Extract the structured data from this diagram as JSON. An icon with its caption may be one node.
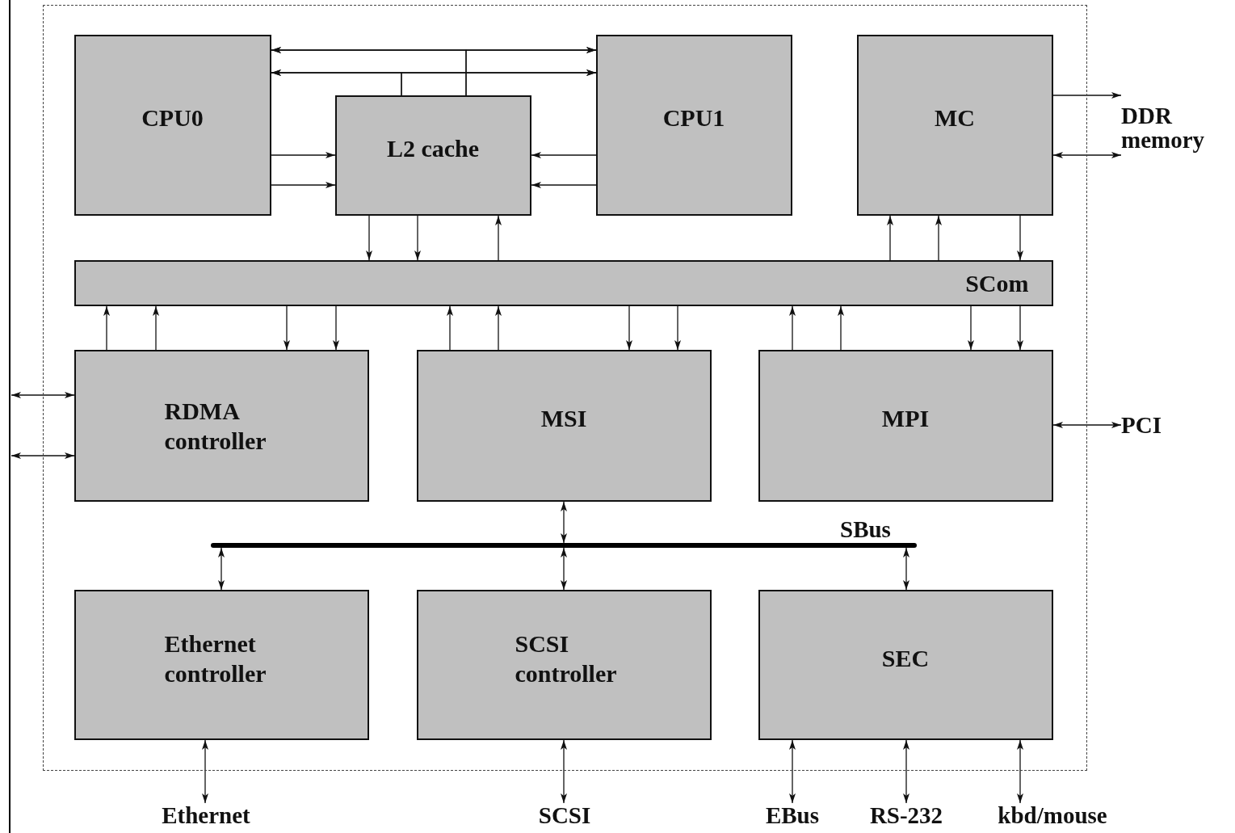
{
  "diagram": {
    "nodes": [
      {
        "text": [],
        "shape": "box"
      },
      {
        "text": [
          "CPU0"
        ],
        "in": 0
      },
      {
        "text": [
          "L2 cache"
        ],
        "in": 0
      },
      {
        "text": [
          "CPU1"
        ],
        "in": 0
      },
      {
        "text": [
          "MC"
        ],
        "in": 0
      },
      {
        "text": [
          "DDR memory"
        ]
      },
      {
        "text": [
          "SCom"
        ],
        "in": 0
      },
      {
        "text": [
          "RDMA controller"
        ],
        "in": 0
      },
      {
        "text": [
          "MSI"
        ],
        "in": 0
      },
      {
        "text": [
          "MPI"
        ],
        "in": 0
      },
      {
        "text": [
          "PCI"
        ]
      },
      {
        "text": [],
        "shape": "bar",
        "in": 0
      },
      {
        "text": [
          "Ethernet controller"
        ],
        "in": 0
      },
      {
        "text": [
          "SCSI controller"
        ],
        "in": 0
      },
      {
        "text": [
          "SEC"
        ],
        "in": 0
      },
      {
        "text": [
          "Ethernet"
        ]
      },
      {
        "text": [
          "SCSI"
        ]
      },
      {
        "text": [
          "EBus"
        ]
      },
      {
        "text": [
          "RS-232"
        ]
      },
      {
        "text": [
          "kbd/mouse"
        ]
      }
    ],
    "edges": [
      {
        "from": 1,
        "to": 3,
        "arrow": "both"
      },
      {
        "from": 2,
        "to": 1,
        "arrow": "to"
      },
      {
        "from": 2,
        "to": 3,
        "arrow": "to"
      },
      {
        "from": 1,
        "to": 3,
        "arrow": "both"
      },
      {
        "from": 2,
        "to": 1,
        "arrow": "to"
      },
      {
        "from": 2,
        "to": 3,
        "arrow": "to"
      },
      {
        "from": 1,
        "to": 2,
        "arrow": "to"
      },
      {
        "from": 1,
        "to": 2,
        "arrow": "to"
      },
      {
        "from": 3,
        "to": 2,
        "arrow": "to"
      },
      {
        "from": 3,
        "to": 2,
        "arrow": "to"
      },
      {
        "from": 2,
        "to": 6,
        "arrow": "to"
      },
      {
        "from": 2,
        "to": 6,
        "arrow": "to"
      },
      {
        "from": 6,
        "to": 2,
        "arrow": "to"
      },
      {
        "from": 6,
        "to": 4,
        "arrow": "to"
      },
      {
        "from": 6,
        "to": 4,
        "arrow": "to"
      },
      {
        "from": 4,
        "to": 6,
        "arrow": "to"
      },
      {
        "from": 4,
        "to": 5,
        "arrow": "to"
      },
      {
        "from": 4,
        "to": 5,
        "arrow": "both"
      },
      {
        "from": 7,
        "to": 6,
        "arrow": "to"
      },
      {
        "from": 7,
        "to": 6,
        "arrow": "to"
      },
      {
        "from": 6,
        "to": 7,
        "arrow": "to"
      },
      {
        "from": 6,
        "to": 7,
        "arrow": "to"
      },
      {
        "from": 8,
        "to": 6,
        "arrow": "to"
      },
      {
        "from": 8,
        "to": 6,
        "arrow": "to"
      },
      {
        "from": 6,
        "to": 8,
        "arrow": "to"
      },
      {
        "from": 6,
        "to": 8,
        "arrow": "to"
      },
      {
        "from": 9,
        "to": 6,
        "arrow": "to"
      },
      {
        "from": 9,
        "to": 6,
        "arrow": "to"
      },
      {
        "from": 6,
        "to": 9,
        "arrow": "to"
      },
      {
        "from": 6,
        "to": 9,
        "arrow": "to"
      },
      {
        "from": null,
        "to": 7,
        "arrow": "both"
      },
      {
        "from": null,
        "to": 7,
        "arrow": "both"
      },
      {
        "from": 9,
        "to": 10,
        "arrow": "both"
      },
      {
        "from": 8,
        "to": 11,
        "arrow": "both"
      },
      {
        "from": 11,
        "to": 12,
        "arrow": "both"
      },
      {
        "from": 11,
        "to": 13,
        "arrow": "both"
      },
      {
        "from": 11,
        "to": 14,
        "arrow": "both"
      },
      {
        "from": 12,
        "to": 15,
        "arrow": "both"
      },
      {
        "from": 13,
        "to": 16,
        "arrow": "both"
      },
      {
        "from": 14,
        "to": 17,
        "arrow": "both"
      },
      {
        "from": 14,
        "to": 18,
        "arrow": "both"
      },
      {
        "from": 14,
        "to": 19,
        "arrow": "both"
      }
    ],
    "labels": [
      "SBus"
    ]
  }
}
